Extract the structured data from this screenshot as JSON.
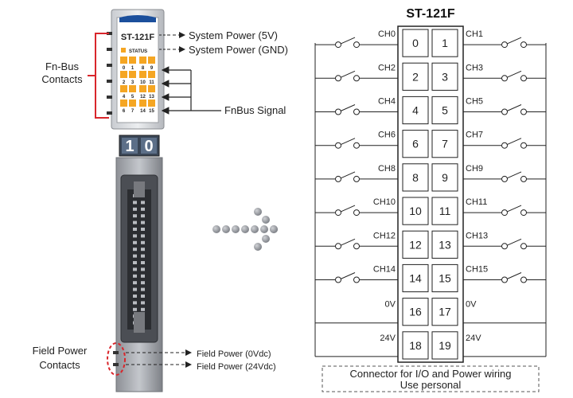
{
  "module": {
    "model": "ST-121F",
    "status_label": "STATUS",
    "led_numbers": [
      "0",
      "1",
      "8",
      "9",
      "2",
      "3",
      "10",
      "11",
      "4",
      "5",
      "12",
      "13",
      "6",
      "7",
      "14",
      "15"
    ],
    "display_digits": [
      "1",
      "0"
    ],
    "colors": {
      "led": "#f5a623",
      "accent_blue": "#1b4f9c",
      "red_bracket": "#d9262b"
    }
  },
  "left_labels": {
    "fnbus_contacts": [
      "Fn-Bus",
      "Contacts"
    ],
    "field_power_contacts": [
      "Field Power",
      "Contacts"
    ]
  },
  "signals": {
    "system_power_5v": "System Power (5V)",
    "system_power_gnd": "System Power (GND)",
    "fnbus_signal": "FnBus Signal",
    "field_power_0v": "Field Power (0Vdc)",
    "field_power_24v": "Field Power (24Vdc)"
  },
  "connector": {
    "title": "ST-121F",
    "rows": [
      {
        "left_num": "0",
        "right_num": "1",
        "left_label": "CH0",
        "right_label": "CH1"
      },
      {
        "left_num": "2",
        "right_num": "3",
        "left_label": "CH2",
        "right_label": "CH3"
      },
      {
        "left_num": "4",
        "right_num": "5",
        "left_label": "CH4",
        "right_label": "CH5"
      },
      {
        "left_num": "6",
        "right_num": "7",
        "left_label": "CH6",
        "right_label": "CH7"
      },
      {
        "left_num": "8",
        "right_num": "9",
        "left_label": "CH8",
        "right_label": "CH9"
      },
      {
        "left_num": "10",
        "right_num": "11",
        "left_label": "CH10",
        "right_label": "CH11"
      },
      {
        "left_num": "12",
        "right_num": "13",
        "left_label": "CH12",
        "right_label": "CH13"
      },
      {
        "left_num": "14",
        "right_num": "15",
        "left_label": "CH14",
        "right_label": "CH15"
      },
      {
        "left_num": "16",
        "right_num": "17",
        "left_label": "0V",
        "right_label": "0V"
      },
      {
        "left_num": "18",
        "right_num": "19",
        "left_label": "24V",
        "right_label": "24V"
      }
    ],
    "note_line1": "Connector for I/O and Power wiring",
    "note_line2": "Use personal"
  }
}
